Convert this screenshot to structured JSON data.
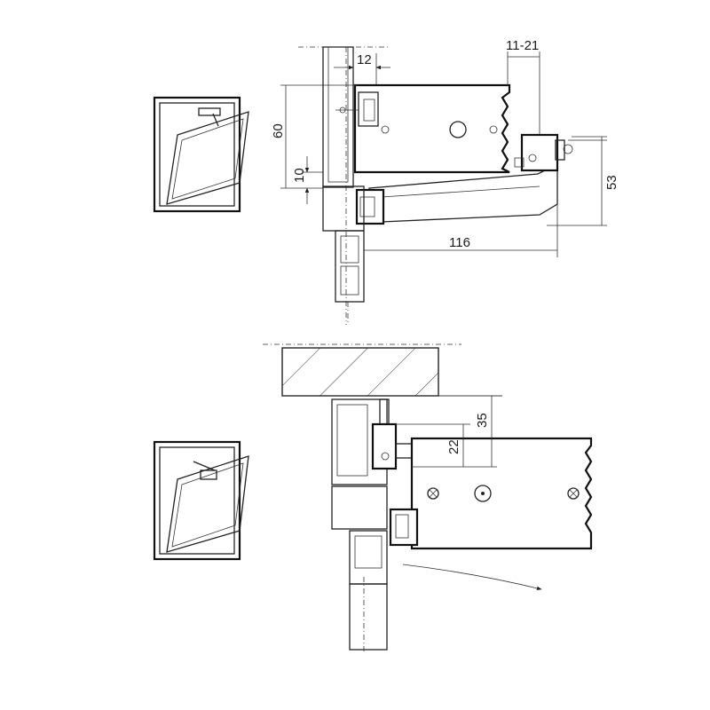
{
  "top_view": {
    "dim_top_gap": "12",
    "dim_stroke": "11-21",
    "dim_height": "60",
    "dim_offset": "10",
    "dim_bracket_height": "53",
    "dim_width": "116"
  },
  "bottom_view": {
    "dim_inner": "22",
    "dim_outer": "35"
  }
}
